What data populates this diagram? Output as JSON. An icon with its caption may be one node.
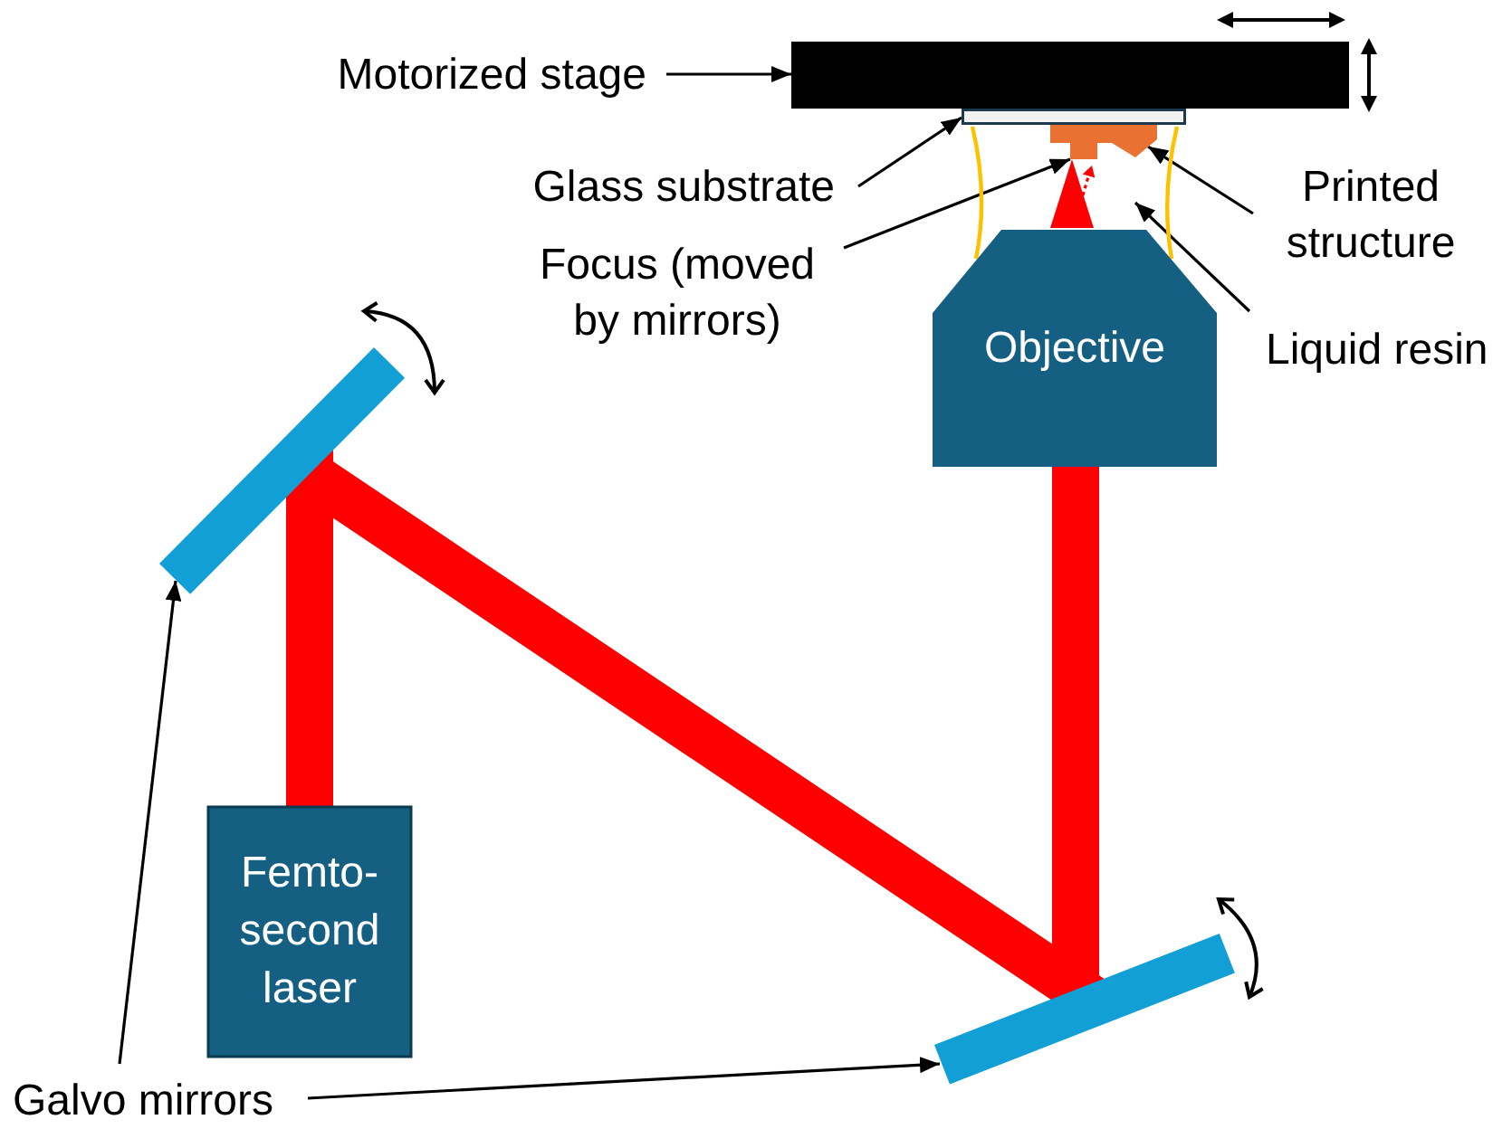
{
  "diagram": {
    "nodes": [
      {
        "text": [
          "Motorized stage"
        ]
      },
      {
        "text": [],
        "shape": "bar"
      },
      {
        "text": [
          "Glass substrate"
        ]
      },
      {
        "text": [],
        "shape": "box"
      },
      {
        "text": [],
        "shape": "picture"
      },
      {
        "text": [],
        "shape": "block",
        "in": 4
      },
      {
        "text": [
          "Printed structure"
        ]
      },
      {
        "text": [
          "Focus (moved by mirrors)"
        ]
      },
      {
        "text": [],
        "shape": "triangle",
        "in": 4
      },
      {
        "text": [
          "Liquid resin"
        ]
      },
      {
        "text": [
          "Objective"
        ]
      },
      {
        "text": [],
        "shape": "bar"
      },
      {
        "text": [
          "Femto-second laser"
        ]
      },
      {
        "text": [],
        "shape": "bar"
      },
      {
        "text": [
          "Galvo mirrors"
        ]
      }
    ],
    "edges": [
      {
        "from": 0,
        "to": 1,
        "arrow": "to"
      },
      {
        "from": 2,
        "to": 3,
        "arrow": "to"
      },
      {
        "from": 6,
        "to": 5,
        "arrow": "to"
      },
      {
        "from": 7,
        "to": 8,
        "arrow": "to"
      },
      {
        "from": 9,
        "to": 4,
        "arrow": "to"
      },
      {
        "from": 14,
        "to": 11,
        "arrow": "to"
      },
      {
        "from": 14,
        "to": 13,
        "arrow": "to"
      },
      {
        "from": 12,
        "to": 11,
        "arrow": "none",
        "style": "thick",
        "color": "#ff0000"
      },
      {
        "from": 11,
        "to": 13,
        "arrow": "none",
        "style": "thick",
        "color": "#ff0000"
      },
      {
        "from": 13,
        "to": 10,
        "arrow": "none",
        "style": "thick",
        "color": "#ff0000"
      }
    ]
  }
}
